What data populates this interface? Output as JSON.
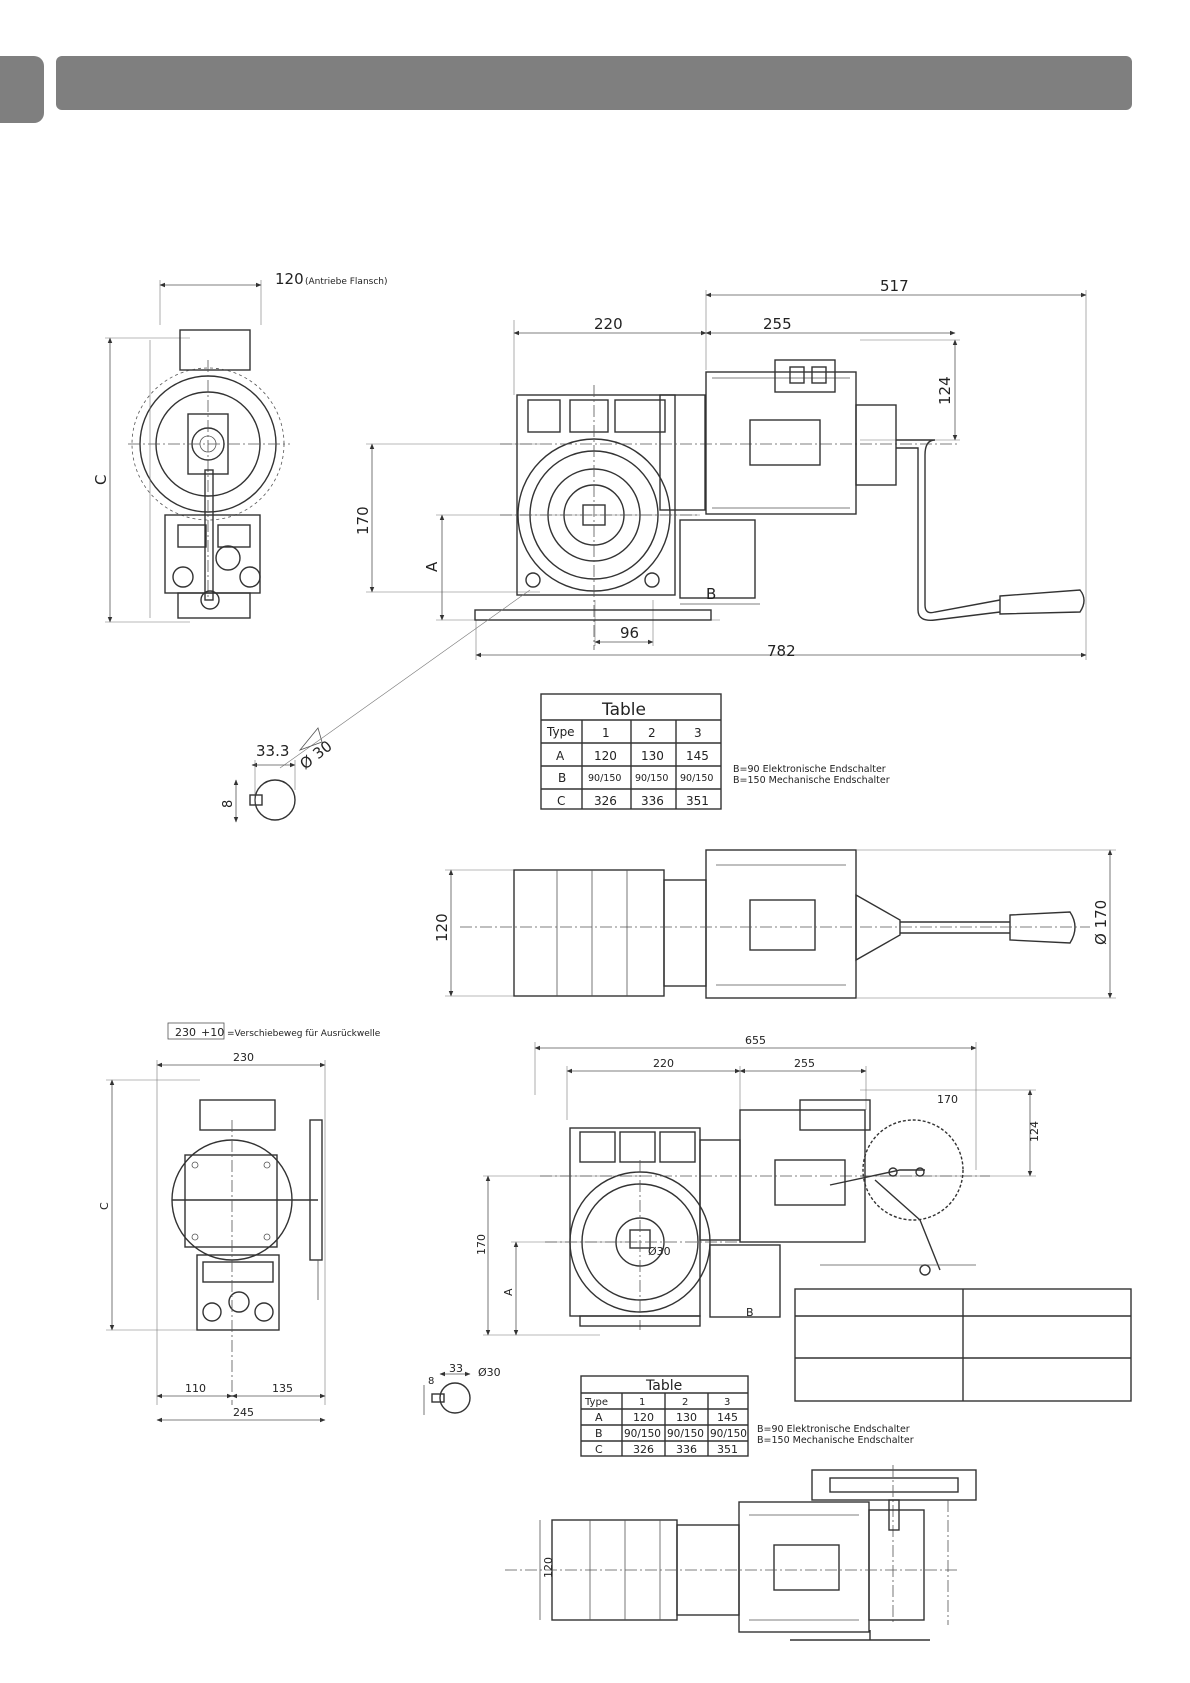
{
  "top": {
    "dim_120": "120",
    "antriebe_flansch": "(Antriebe Flansch)",
    "dim_517": "517",
    "dim_220": "220",
    "dim_255": "255",
    "dim_124": "124",
    "dim_170": "170",
    "dim_A": "A",
    "dim_B": "B",
    "dim_96": "96",
    "dim_782": "782",
    "dim_C": "C",
    "detail_333": "33.3",
    "detail_d30": "Ø 30",
    "detail_8": "8",
    "side_120": "120",
    "side_d170": "Ø 170"
  },
  "table1": {
    "title": "Table",
    "header": [
      "Type",
      "1",
      "2",
      "3"
    ],
    "rows": [
      [
        "A",
        "120",
        "130",
        "145"
      ],
      [
        "B",
        "90/150",
        "90/150",
        "90/150"
      ],
      [
        "C",
        "326",
        "336",
        "351"
      ]
    ],
    "note1": "B=90 Elektronische Endschalter",
    "note2": "B=150 Mechanische Endschalter"
  },
  "bottom": {
    "box_230": "230",
    "box_plus10": "+10",
    "box_text": "=Verschiebeweg für Ausrückwelle",
    "dim_230": "230",
    "dim_C": "C",
    "dim_110": "110",
    "dim_135": "135",
    "dim_245": "245",
    "dim_655": "655",
    "dim_220": "220",
    "dim_255": "255",
    "dim_170_r": "170",
    "dim_124": "124",
    "dim_170": "170",
    "dim_A": "A",
    "dim_B": "B",
    "d30": "Ø30",
    "detail_33": "33",
    "detail_d30": "Ø30",
    "detail_8": "8",
    "side_120": "120"
  },
  "table2": {
    "title": "Table",
    "header": [
      "Type",
      "1",
      "2",
      "3"
    ],
    "rows": [
      [
        "A",
        "120",
        "130",
        "145"
      ],
      [
        "B",
        "90/150",
        "90/150",
        "90/150"
      ],
      [
        "C",
        "326",
        "336",
        "351"
      ]
    ],
    "note1": "B=90 Elektronische Endschalter",
    "note2": "B=150 Mechanische Endschalter"
  }
}
